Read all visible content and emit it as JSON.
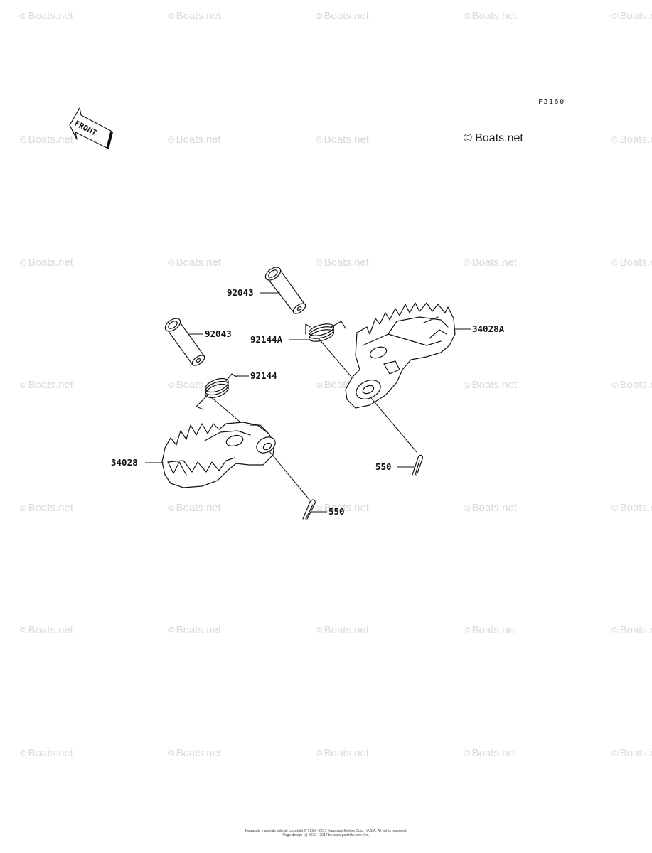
{
  "watermark": {
    "symbol": "©",
    "text": "Boats.net"
  },
  "figure_code": "F2160",
  "copyright_label": "© Boats.net",
  "front_arrow_label": "FRONT",
  "footer": {
    "line1": "Kawasaki materials with all copyright © 1995 - 2017 Kawasaki Motors Corp., U.S.A. All rights reserved.",
    "line2": "Page design (c) 2022 - 2017 by www.partzilla.com. Inc."
  },
  "parts": {
    "pin_upper": "92043",
    "pin_left": "92043",
    "spring_right": "92144A",
    "spring_left": "92144",
    "footpeg_right": "34028A",
    "footpeg_left": "34028",
    "cotter_right": "550",
    "cotter_left": "550"
  }
}
